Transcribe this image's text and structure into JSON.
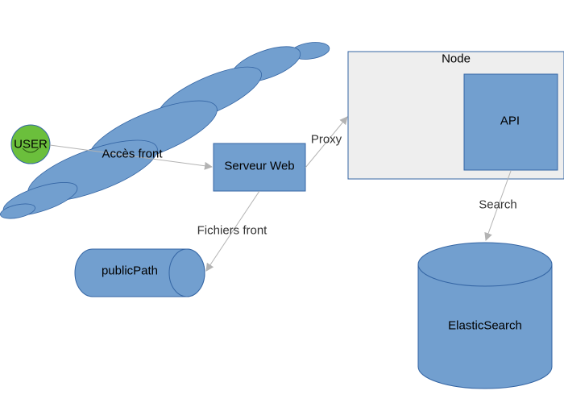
{
  "nodes": {
    "user": {
      "label": "USER",
      "color": "#6bbf3c"
    },
    "cloud": {
      "color": "#729fcf"
    },
    "serveur_web": {
      "label": "Serveur Web",
      "color": "#729fcf"
    },
    "node_container": {
      "label": "Node",
      "color": "#eeeeee"
    },
    "api": {
      "label": "API",
      "color": "#729fcf"
    },
    "public_path": {
      "label": "publicPath",
      "color": "#729fcf"
    },
    "elastic_search": {
      "label": "ElasticSearch",
      "color": "#729fcf"
    }
  },
  "edges": {
    "acces_front": {
      "label": "Accès front"
    },
    "proxy": {
      "label": "Proxy"
    },
    "fichiers_front": {
      "label": "Fichiers front"
    },
    "search": {
      "label": "Search"
    }
  },
  "colors": {
    "stroke": "#3465a4",
    "arrow": "#b3b3b3"
  }
}
